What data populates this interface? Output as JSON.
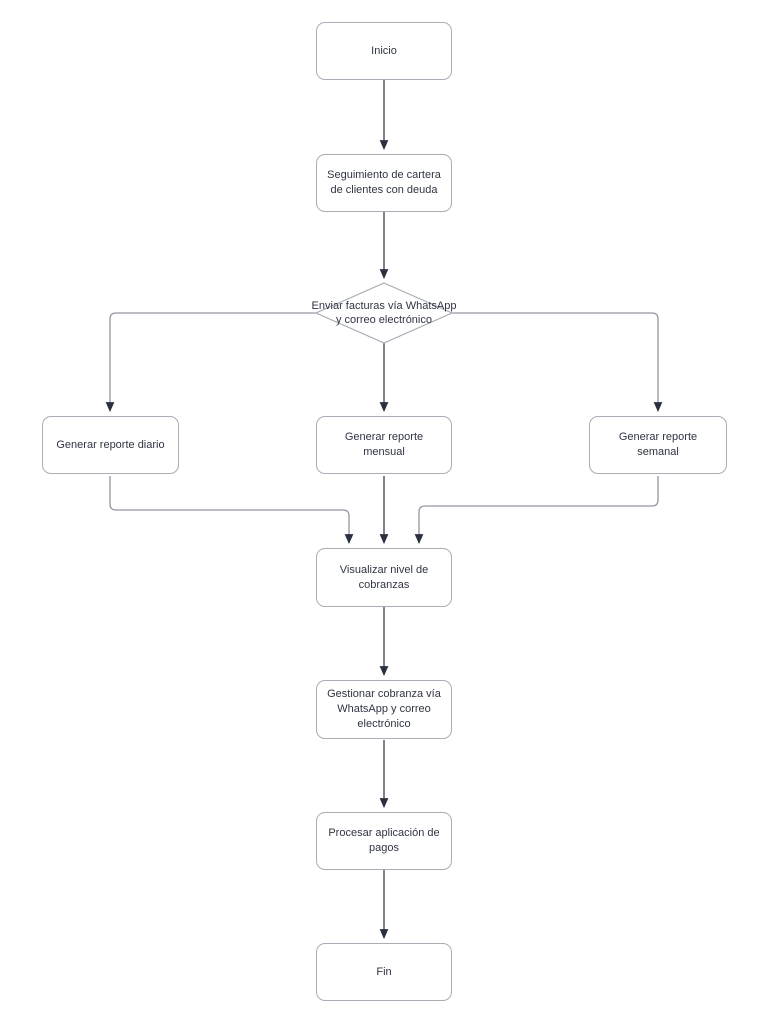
{
  "diagram": {
    "type": "flowchart",
    "background_color": "#ffffff",
    "box_fill_color": "#ffffff",
    "box_border_color": "#a9adb5",
    "text_color": "#2f3542",
    "connector_color": "#9298a1",
    "connector_dark_color": "#39404f",
    "arrowhead_color": "#2b3040",
    "nodes": {
      "inicio": {
        "label": "Inicio",
        "shape": "rounded-rectangle"
      },
      "seguimiento": {
        "label": "Seguimiento de cartera de clientes con deuda",
        "shape": "rounded-rectangle"
      },
      "enviar": {
        "label": "Enviar facturas vía WhatsApp y correo electrónico",
        "shape": "decision-diamond"
      },
      "diario": {
        "label": "Generar reporte diario",
        "shape": "rounded-rectangle"
      },
      "mensual": {
        "label": "Generar reporte mensual",
        "shape": "rounded-rectangle"
      },
      "semanal": {
        "label": "Generar reporte semanal",
        "shape": "rounded-rectangle"
      },
      "visualizar": {
        "label": "Visualizar nivel de cobranzas",
        "shape": "rounded-rectangle"
      },
      "gestionar": {
        "label": "Gestionar cobranza vía WhatsApp y correo electrónico",
        "shape": "rounded-rectangle"
      },
      "procesar": {
        "label": "Procesar aplicación de pagos",
        "shape": "rounded-rectangle"
      },
      "fin": {
        "label": "Fin",
        "shape": "rounded-rectangle"
      }
    },
    "edges": [
      {
        "from": "inicio",
        "to": "seguimiento"
      },
      {
        "from": "seguimiento",
        "to": "enviar"
      },
      {
        "from": "enviar",
        "to": "diario"
      },
      {
        "from": "enviar",
        "to": "mensual"
      },
      {
        "from": "enviar",
        "to": "semanal"
      },
      {
        "from": "diario",
        "to": "visualizar"
      },
      {
        "from": "mensual",
        "to": "visualizar"
      },
      {
        "from": "semanal",
        "to": "visualizar"
      },
      {
        "from": "visualizar",
        "to": "gestionar"
      },
      {
        "from": "gestionar",
        "to": "procesar"
      },
      {
        "from": "procesar",
        "to": "fin"
      }
    ]
  }
}
